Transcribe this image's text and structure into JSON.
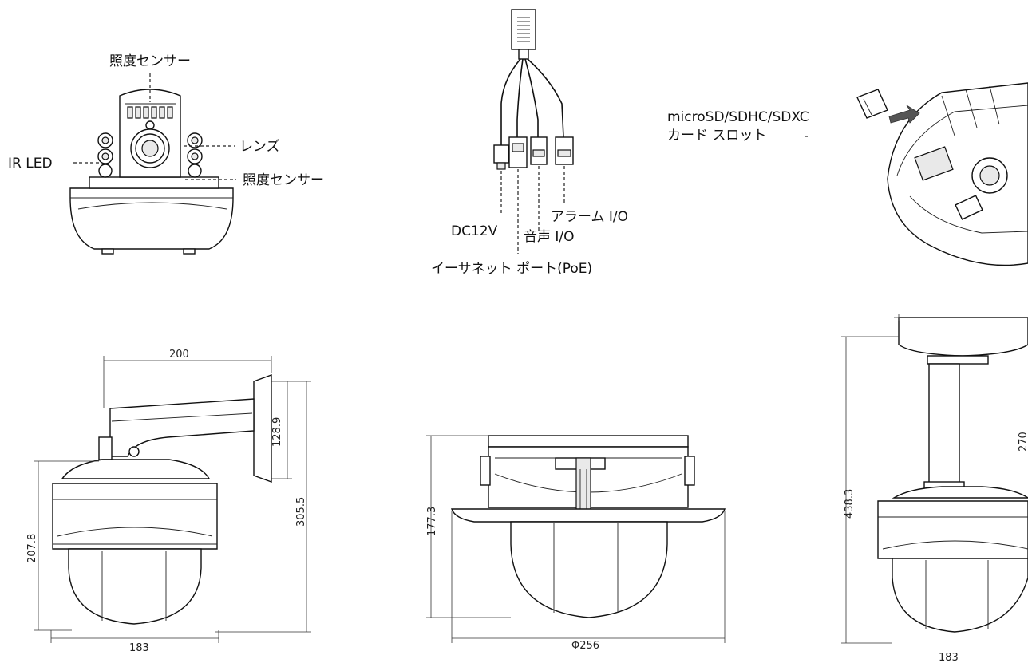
{
  "labels": {
    "lux_sensor_top": "照度センサー",
    "lens": "レンズ",
    "ir_led": "IR LED",
    "lux_sensor_side": "照度センサー",
    "dc12v": "DC12V",
    "alarm_io": "アラーム I/O",
    "audio_io": "音声 I/O",
    "ethernet_port": "イーサネット ポート(PoE)",
    "sd_slot_line1": "microSD/SDHC/SDXC",
    "sd_slot_line2": "カード スロット"
  },
  "dimensions": {
    "wall_mount": {
      "width": "200",
      "bracket_height": "128.9",
      "total_height": "305.5",
      "body_height": "207.8",
      "body_width": "183"
    },
    "flush_mount": {
      "height": "177.3",
      "diameter": "Φ256"
    },
    "pendant_mount": {
      "total_height": "438.3",
      "pipe_length": "270",
      "body_width": "183"
    }
  },
  "colors": {
    "line": "#111111",
    "fill": "#ffffff",
    "shade": "#e9e9e9"
  }
}
